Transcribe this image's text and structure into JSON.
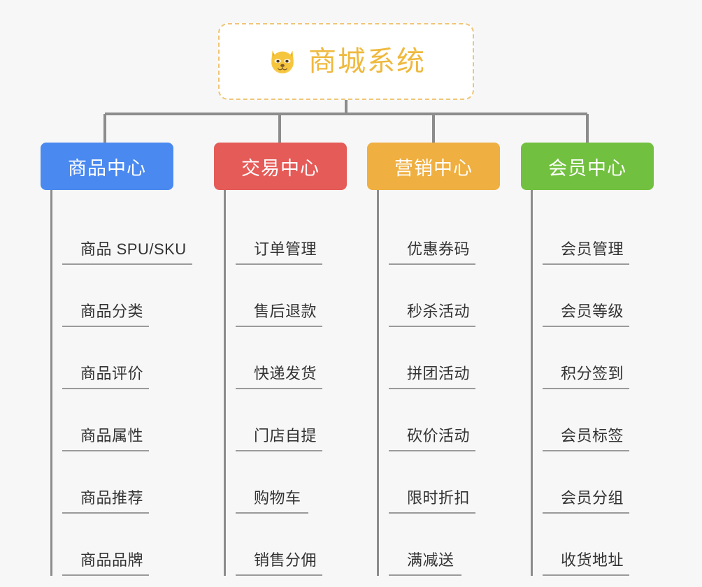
{
  "root": {
    "title": "商城系统",
    "icon": "shiba-dog-face-icon",
    "border_color": "#f0c476",
    "text_color": "#efb93f",
    "background": "#ffffff"
  },
  "canvas": {
    "background": "#f7f7f7",
    "connector_color": "#8c8c8c",
    "rule_color": "#9a9a9a"
  },
  "categories": [
    {
      "label": "商品中心",
      "color": "#4a89f0",
      "items": [
        {
          "label": "商品 SPU/SKU",
          "width": "w-xl"
        },
        {
          "label": "商品分类",
          "width": "w-md"
        },
        {
          "label": "商品评价",
          "width": "w-md"
        },
        {
          "label": "商品属性",
          "width": "w-md"
        },
        {
          "label": "商品推荐",
          "width": "w-md"
        },
        {
          "label": "商品品牌",
          "width": "w-md"
        }
      ]
    },
    {
      "label": "交易中心",
      "color": "#e55b58",
      "items": [
        {
          "label": "订单管理",
          "width": "w-md"
        },
        {
          "label": "售后退款",
          "width": "w-md"
        },
        {
          "label": "快递发货",
          "width": "w-md"
        },
        {
          "label": "门店自提",
          "width": "w-md"
        },
        {
          "label": "购物车",
          "width": "w-sm"
        },
        {
          "label": "销售分佣",
          "width": "w-md"
        }
      ]
    },
    {
      "label": "营销中心",
      "color": "#efaf41",
      "items": [
        {
          "label": "优惠券码",
          "width": "w-md"
        },
        {
          "label": "秒杀活动",
          "width": "w-md"
        },
        {
          "label": "拼团活动",
          "width": "w-md"
        },
        {
          "label": "砍价活动",
          "width": "w-md"
        },
        {
          "label": "限时折扣",
          "width": "w-md"
        },
        {
          "label": "满减送",
          "width": "w-sm"
        }
      ]
    },
    {
      "label": "会员中心",
      "color": "#72c040",
      "items": [
        {
          "label": "会员管理",
          "width": "w-md"
        },
        {
          "label": "会员等级",
          "width": "w-md"
        },
        {
          "label": "积分签到",
          "width": "w-md"
        },
        {
          "label": "会员标签",
          "width": "w-md"
        },
        {
          "label": "会员分组",
          "width": "w-md"
        },
        {
          "label": "收货地址",
          "width": "w-md"
        }
      ]
    }
  ]
}
